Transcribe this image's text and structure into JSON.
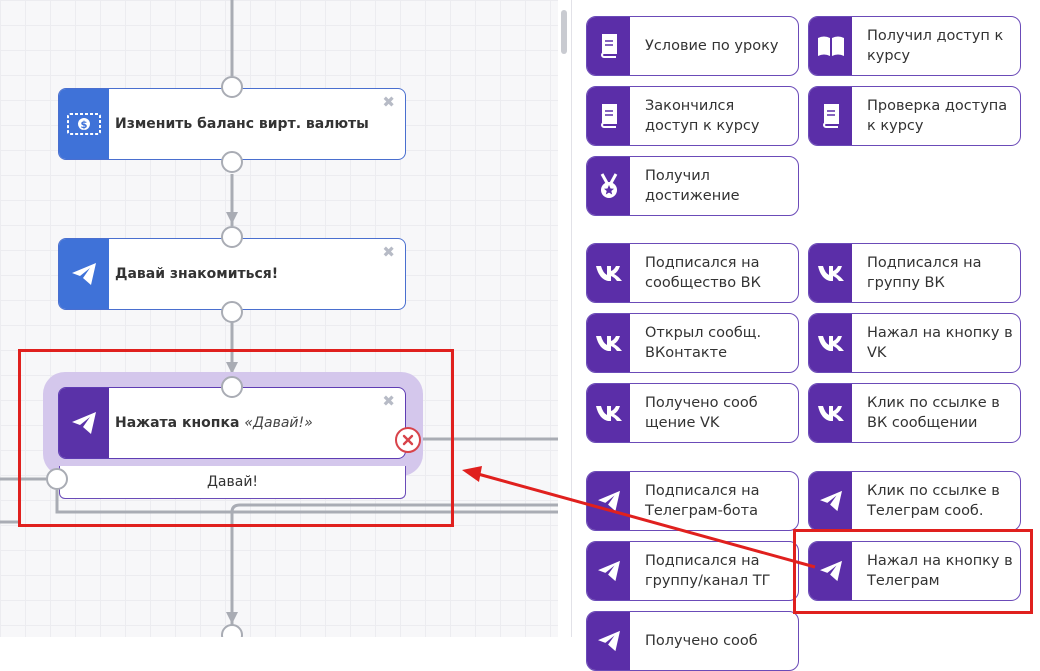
{
  "canvas": {
    "nodes": [
      {
        "icon": "money-icon",
        "label": "Изменить баланс вирт. валюты"
      },
      {
        "icon": "telegram-icon",
        "label": "Давай знакомиться!"
      },
      {
        "icon": "telegram-icon",
        "label": "Нажата кнопка",
        "label_quote": "«Давай!»"
      }
    ],
    "button_option": "Давай!",
    "close_glyph": "✖"
  },
  "palette": {
    "cards": [
      {
        "icon": "book-icon",
        "label": "Условие по уроку"
      },
      {
        "icon": "open-book-icon",
        "label": "Получил доступ к курсу"
      },
      {
        "icon": "book-icon",
        "label": "Закончился доступ к курсу"
      },
      {
        "icon": "book-icon",
        "label": "Проверка доступа к курсу"
      },
      {
        "icon": "medal-icon",
        "label": "Получил достижение"
      },
      {
        "icon": "vk-icon",
        "label": "Подписался на сообщество ВК"
      },
      {
        "icon": "vk-icon",
        "label": "Подписался на группу ВК"
      },
      {
        "icon": "vk-icon",
        "label": "Открыл сообщ. ВКонтакте"
      },
      {
        "icon": "vk-icon",
        "label": "Нажал на кнопку в VK"
      },
      {
        "icon": "vk-icon",
        "label": "Получено сооб щение VK"
      },
      {
        "icon": "vk-icon",
        "label": "Клик по ссылке в ВК сообщении"
      },
      {
        "icon": "telegram-icon",
        "label": "Подписался на Телеграм-бота"
      },
      {
        "icon": "telegram-icon",
        "label": "Клик по ссылке в Телеграм сооб."
      },
      {
        "icon": "telegram-icon",
        "label": "Подписался на группу/канал ТГ"
      },
      {
        "icon": "telegram-icon",
        "label": "Нажал на кнопку в Телеграм"
      },
      {
        "icon": "telegram-icon",
        "label": "Получено сооб"
      }
    ]
  },
  "colors": {
    "accent_purple": "#5b2ea8",
    "node_blue": "#3f72d8",
    "highlight_red": "#e0201e",
    "wire_gray": "#a9acb4"
  }
}
